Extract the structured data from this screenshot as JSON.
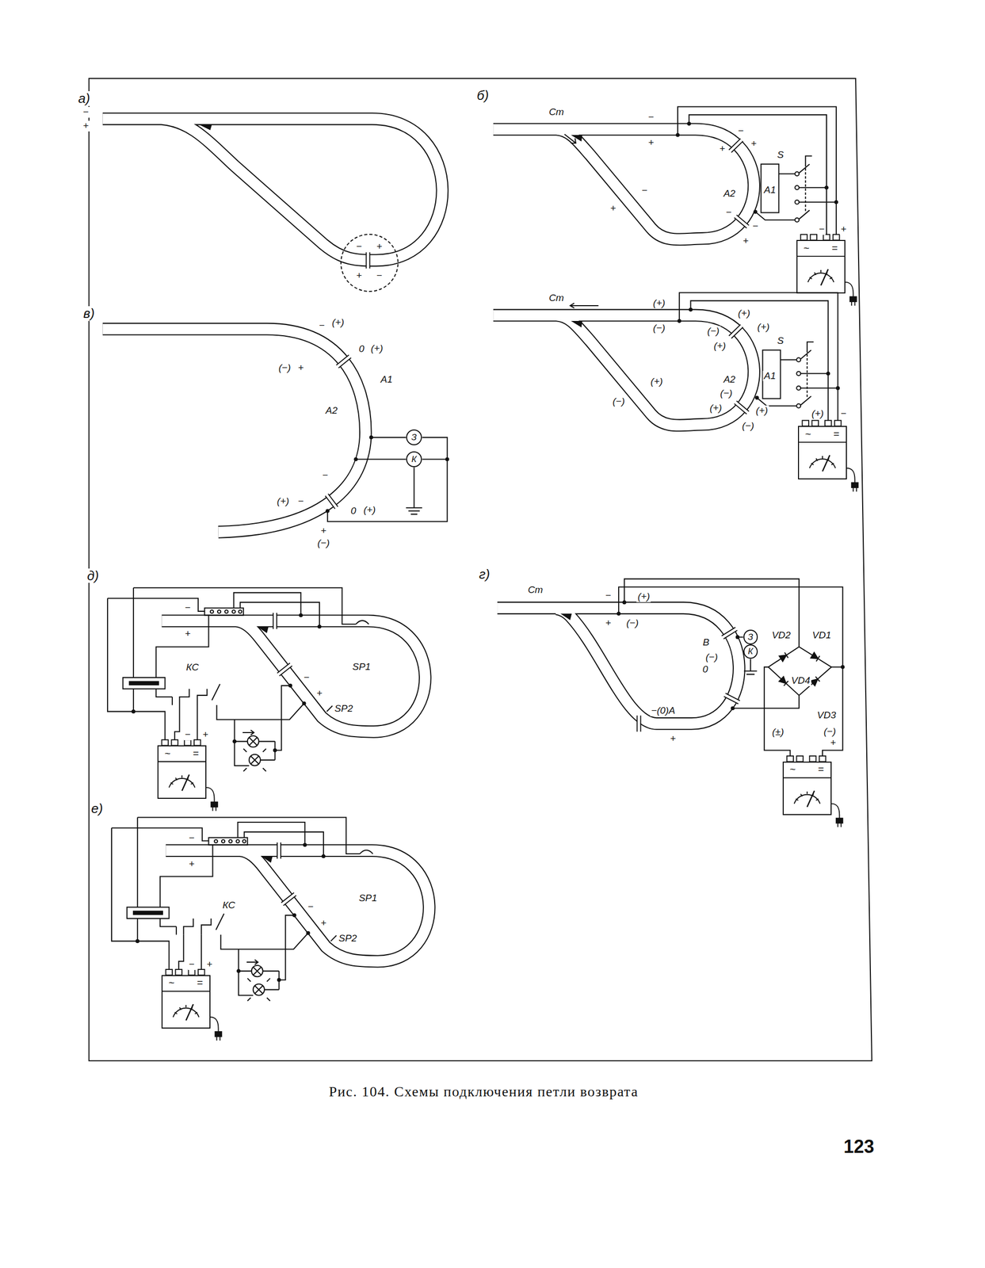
{
  "diagram": {
    "caption": "Рис. 104. Схемы подключения петли возврата",
    "nodes": [
      {
        "text": [
          "−",
          "+",
          "+",
          "−"
        ]
      },
      {
        "text": [
          "~",
          "="
        ]
      },
      {
        "text": [
          "~",
          "="
        ]
      },
      {
        "text": [
          "З"
        ]
      },
      {
        "text": [
          "К"
        ]
      },
      {
        "text": [
          "З"
        ]
      },
      {
        "text": [
          "К"
        ]
      },
      {
        "text": [
          "~",
          "="
        ]
      },
      {
        "text": [
          "~",
          "="
        ]
      },
      {
        "text": [
          "~",
          "="
        ]
      }
    ],
    "edges": [
      {
        "from": 3,
        "to": 4,
        "arrow": "none"
      },
      {
        "from": 5,
        "to": 6,
        "arrow": "none"
      }
    ],
    "labels": [
      "а)",
      "−",
      "+",
      "б)",
      "Ст",
      "−",
      "+",
      "−",
      "+",
      "−",
      "+",
      "+",
      "S",
      "A2",
      "A1",
      "−",
      "−",
      "+",
      "−",
      "+",
      "Ст",
      "(+)",
      "(−)",
      "(+)",
      "(+)",
      "(−)",
      "(+)",
      "S",
      "A2",
      "A1",
      "(+)",
      "(−)",
      "(−)",
      "(+)",
      "(+)",
      "(−)",
      "(+)",
      "−",
      "в)",
      "−",
      "(+)",
      "0",
      "(+)",
      "(−)",
      "+",
      "A1",
      "A2",
      "−",
      "(+)",
      "−",
      "0",
      "(+)",
      "+",
      "(−)",
      "г)",
      "Ст",
      "−",
      "(+)",
      "+",
      "(−)",
      "В",
      "(−)",
      "0",
      "−(0)А",
      "+",
      "VD2",
      "VD1",
      "VD4",
      "VD3",
      "(±)",
      "(−)",
      "+",
      "д)",
      "−",
      "+",
      "КС",
      "SP1",
      "−",
      "+",
      "SP2",
      "−",
      "+",
      "е)",
      "−",
      "+",
      "КС",
      "SP1",
      "−",
      "+",
      "SP2",
      "−",
      "+",
      "123"
    ]
  }
}
